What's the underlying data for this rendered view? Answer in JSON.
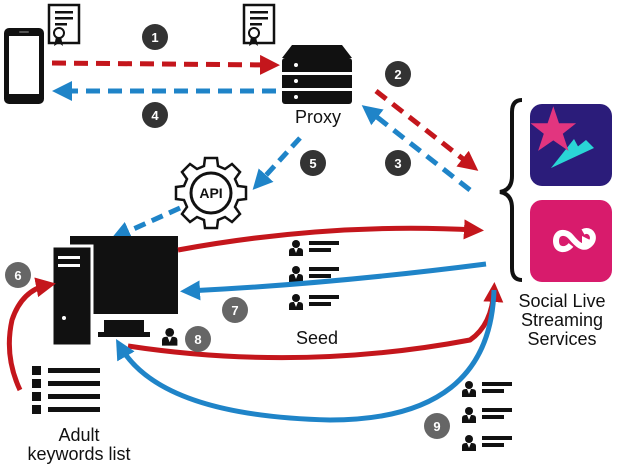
{
  "labels": {
    "proxy": "Proxy",
    "seed": "Seed",
    "adult_keywords": [
      "Adult",
      "keywords list"
    ],
    "social_services": [
      "Social Live",
      "Streaming",
      "Services"
    ],
    "api": "API"
  },
  "steps": [
    "1",
    "2",
    "3",
    "4",
    "5",
    "6",
    "7",
    "8",
    "9"
  ],
  "icons": [
    "smartphone-icon",
    "certificate-icon",
    "server-icon",
    "gear-api-icon",
    "desktop-computer-icon",
    "document-list-icon",
    "person-icon",
    "livestream-star-app-icon",
    "livestream-infinity-app-icon",
    "curly-brace-icon"
  ],
  "colors": {
    "red_arrow": "#c4161c",
    "blue_arrow": "#1f84c8",
    "step_badge": "#333333",
    "step_badge_gray": "#666666",
    "app1_bg": "#2b1c7a",
    "app2_bg": "#d81b6c",
    "app1_star": "#2ad6d6"
  }
}
